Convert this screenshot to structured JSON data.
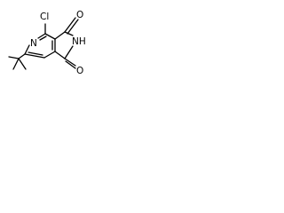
{
  "molecule": {
    "atoms": {
      "chlorine": "Cl",
      "pyridine_nitrogen": "N",
      "imide_nitrogen": "NH",
      "carbonyl_oxygen_top": "O",
      "carbonyl_oxygen_bottom": "O"
    },
    "colors": {
      "bond": "#000000",
      "label": "#000000",
      "background": "#ffffff"
    }
  }
}
